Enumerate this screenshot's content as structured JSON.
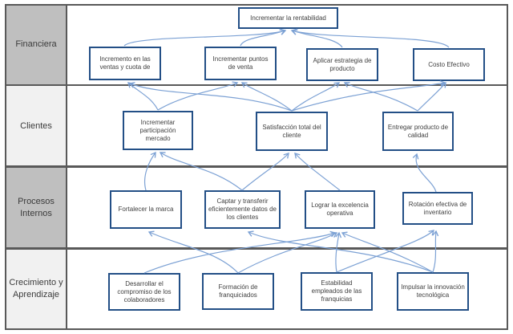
{
  "diagram": {
    "type": "strategy-map",
    "perspectives": [
      {
        "label": "Financiera"
      },
      {
        "label": "Clientes"
      },
      {
        "label": "Procesos Internos"
      },
      {
        "label": "Crecimiento y Aprendizaje"
      }
    ],
    "nodes": {
      "rentabilidad": "Incrementar la rentabilidad",
      "ventas": "Incremento en las ventas y cuota de",
      "puntos": "Incrementar puntos de venta",
      "estrategia": "Aplicar estrategia de producto",
      "costo": "Costo Efectivo",
      "participacion": "Incrementar participación mercado",
      "satisfaccion": "Satisfacción total del cliente",
      "entregar": "Entregar producto de calidad",
      "fortalecer": "Fortalecer la marca",
      "captar": "Captar y transferir eficientemente datos de los clientes",
      "lograr": "Lograr la excelencia operativa",
      "rotacion": "Rotación efectiva de inventario",
      "desarrollar": "Desarrollar el compromiso de los colaboradores",
      "formacion": "Formación de franquiciados",
      "estabilidad": "Estabilidad empleados de las franquicias",
      "impulsar": "Impulsar la innovación tecnológica"
    },
    "edges": [
      {
        "from": "ventas",
        "to": "rentabilidad"
      },
      {
        "from": "puntos",
        "to": "rentabilidad"
      },
      {
        "from": "estrategia",
        "to": "rentabilidad"
      },
      {
        "from": "costo",
        "to": "rentabilidad"
      },
      {
        "from": "participacion",
        "to": "ventas"
      },
      {
        "from": "satisfaccion",
        "to": "ventas"
      },
      {
        "from": "participacion",
        "to": "puntos"
      },
      {
        "from": "satisfaccion",
        "to": "puntos"
      },
      {
        "from": "satisfaccion",
        "to": "estrategia"
      },
      {
        "from": "entregar",
        "to": "estrategia"
      },
      {
        "from": "satisfaccion",
        "to": "costo"
      },
      {
        "from": "entregar",
        "to": "costo"
      },
      {
        "from": "fortalecer",
        "to": "participacion"
      },
      {
        "from": "captar",
        "to": "participacion"
      },
      {
        "from": "captar",
        "to": "satisfaccion"
      },
      {
        "from": "lograr",
        "to": "satisfaccion"
      },
      {
        "from": "rotacion",
        "to": "entregar"
      },
      {
        "from": "formacion",
        "to": "fortalecer"
      },
      {
        "from": "desarrollar",
        "to": "lograr"
      },
      {
        "from": "formacion",
        "to": "lograr"
      },
      {
        "from": "estabilidad",
        "to": "lograr"
      },
      {
        "from": "impulsar",
        "to": "lograr"
      },
      {
        "from": "estabilidad",
        "to": "rotacion"
      },
      {
        "from": "impulsar",
        "to": "rotacion"
      },
      {
        "from": "impulsar",
        "to": "captar"
      }
    ],
    "colors": {
      "box_border": "#234f86",
      "arrow": "#7ca1d4",
      "row_dark": "#bfbfbf",
      "row_light": "#f1f1f1",
      "grid": "#595959",
      "text": "#3f3f3f"
    }
  }
}
